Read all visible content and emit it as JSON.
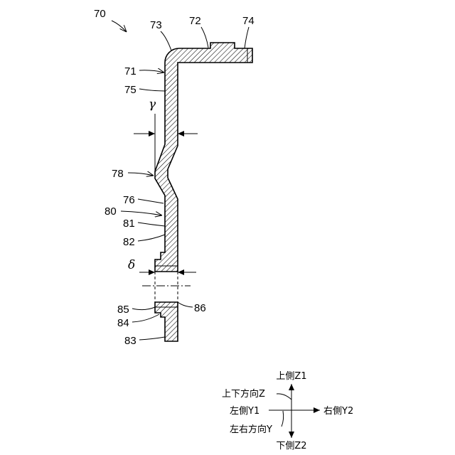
{
  "figure": {
    "reference_numerals": {
      "ref_70": "70",
      "ref_71": "71",
      "ref_72": "72",
      "ref_73": "73",
      "ref_74": "74",
      "ref_75": "75",
      "ref_76": "76",
      "ref_78": "78",
      "ref_80": "80",
      "ref_81": "81",
      "ref_82": "82",
      "ref_83": "83",
      "ref_84": "84",
      "ref_85": "85",
      "ref_86": "86"
    },
    "dimensions": {
      "gamma": "γ",
      "delta": "δ"
    }
  },
  "axes": {
    "up": "上側Z1",
    "vertical_direction": "上下方向Z",
    "left": "左側Y1",
    "right": "右側Y2",
    "horizontal_direction": "左右方向Y",
    "down": "下側Z2"
  },
  "colors": {
    "line": "#000000",
    "background": "#ffffff"
  }
}
